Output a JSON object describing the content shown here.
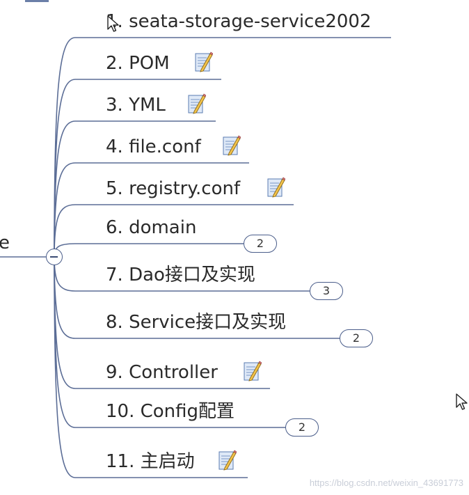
{
  "root": {
    "label_fragment": "e"
  },
  "nodes": [
    {
      "label": "1. seata-storage-service2002",
      "has_note": false,
      "badge": null
    },
    {
      "label": "2. POM",
      "has_note": true,
      "badge": null
    },
    {
      "label": "3. YML",
      "has_note": true,
      "badge": null
    },
    {
      "label": "4. file.conf",
      "has_note": true,
      "badge": null
    },
    {
      "label": "5. registry.conf",
      "has_note": true,
      "badge": null
    },
    {
      "label": "6. domain",
      "has_note": false,
      "badge": "2"
    },
    {
      "label": "7. Dao接口及实现",
      "has_note": false,
      "badge": "3"
    },
    {
      "label": "8. Service接口及实现",
      "has_note": false,
      "badge": "2"
    },
    {
      "label": "9. Controller",
      "has_note": true,
      "badge": null
    },
    {
      "label": "10. Config配置",
      "has_note": false,
      "badge": "2"
    },
    {
      "label": "11. 主启动",
      "has_note": true,
      "badge": null
    }
  ],
  "icons": {
    "note": "note-pencil-icon",
    "collapse": "collapse-minus-icon",
    "cursor": "mouse-pointer-icon"
  },
  "colors": {
    "connector": "#5b6d96",
    "text": "#2a2a2a",
    "badge_border": "#4a5d8a"
  },
  "watermark": "https://blog.csdn.net/weixin_43691773"
}
